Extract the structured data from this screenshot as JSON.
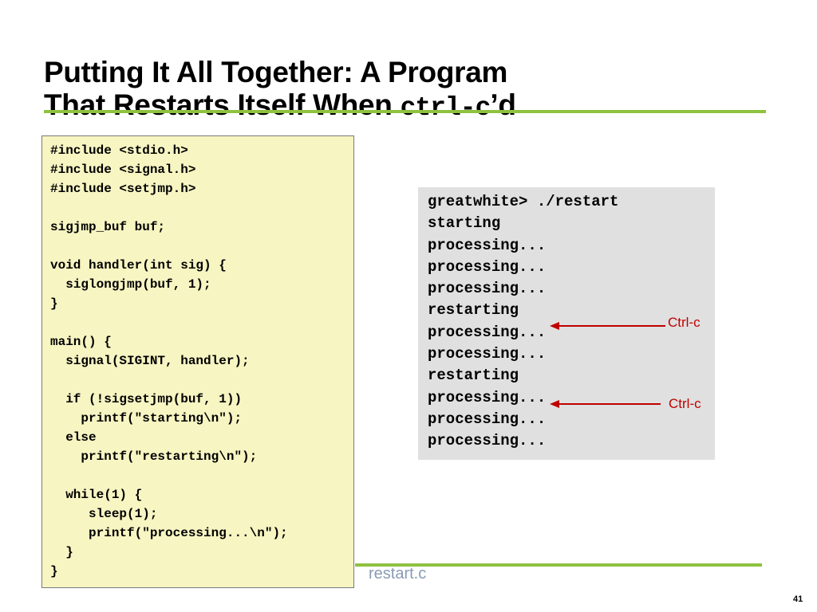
{
  "slide": {
    "title_line1": "Putting It All Together: A Program",
    "title_line2_prefix": "That Restarts Itself When ",
    "title_line2_code": "ctrl-c",
    "title_line2_suffix": "’d",
    "caption": "restart.c",
    "page_number": "41",
    "accent_color": "#8fc23f",
    "annotation_color": "#c00000"
  },
  "source_code": {
    "lines": [
      "#include <stdio.h>",
      "#include <signal.h>",
      "#include <setjmp.h>",
      "",
      "sigjmp_buf buf;",
      "",
      "void handler(int sig) {",
      "  siglongjmp(buf, 1);",
      "}",
      "",
      "main() {",
      "  signal(SIGINT, handler);",
      "",
      "  if (!sigsetjmp(buf, 1))",
      "    printf(\"starting\\n\");",
      "  else",
      "    printf(\"restarting\\n\");",
      "",
      "  while(1) {",
      "     sleep(1);",
      "     printf(\"processing...\\n\");",
      "  }",
      "}"
    ]
  },
  "terminal": {
    "lines": [
      "greatwhite> ./restart",
      "starting",
      "processing...",
      "processing...",
      "processing...",
      "restarting",
      "processing...",
      "processing...",
      "restarting",
      "processing...",
      "processing...",
      "processing..."
    ]
  },
  "annotations": [
    {
      "label": "Ctrl-c"
    },
    {
      "label": "Ctrl-c"
    }
  ]
}
